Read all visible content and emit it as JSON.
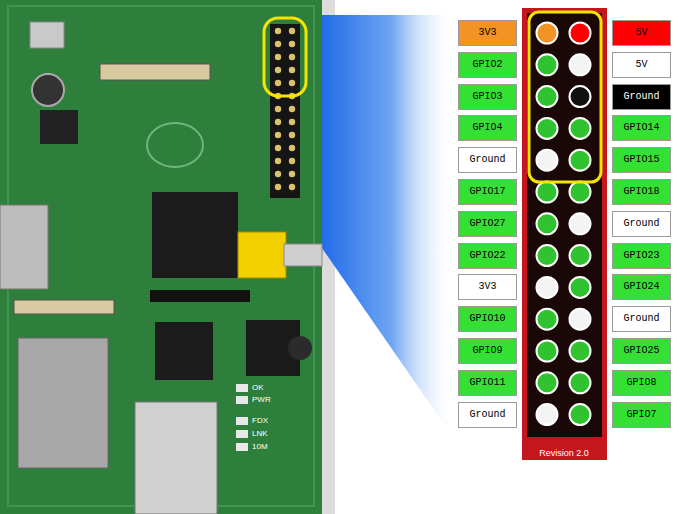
{
  "diagram": {
    "nodes": [
      {
        "text": [
          "3V3"
        ]
      },
      {
        "text": [
          "5V"
        ]
      },
      {
        "text": [
          "GPIO2"
        ]
      },
      {
        "text": [
          "5V"
        ]
      },
      {
        "text": [
          "GPIO3"
        ]
      },
      {
        "text": [
          "Ground"
        ]
      },
      {
        "text": [
          "GPIO4"
        ]
      },
      {
        "text": [
          "GPIO14"
        ]
      },
      {
        "text": [
          "Ground"
        ]
      },
      {
        "text": [
          "GPIO15"
        ]
      },
      {
        "text": [
          "GPIO17"
        ]
      },
      {
        "text": [
          "GPIO18"
        ]
      },
      {
        "text": [
          "GPIO27"
        ]
      },
      {
        "text": [
          "Ground"
        ]
      },
      {
        "text": [
          "GPIO22"
        ]
      },
      {
        "text": [
          "GPIO23"
        ]
      },
      {
        "text": [
          "3V3"
        ]
      },
      {
        "text": [
          "GPIO24"
        ]
      },
      {
        "text": [
          "GPIO10"
        ]
      },
      {
        "text": [
          "Ground"
        ]
      },
      {
        "text": [
          "GPIO9"
        ]
      },
      {
        "text": [
          "GPIO25"
        ]
      },
      {
        "text": [
          "GPIO11"
        ]
      },
      {
        "text": [
          "GPIO8"
        ]
      },
      {
        "text": [
          "Ground"
        ]
      },
      {
        "text": [
          "GPIO7"
        ]
      }
    ],
    "labels": [
      "Revision 2.0",
      "OK",
      "PWR",
      "FDX",
      "LNK",
      "10M"
    ]
  }
}
